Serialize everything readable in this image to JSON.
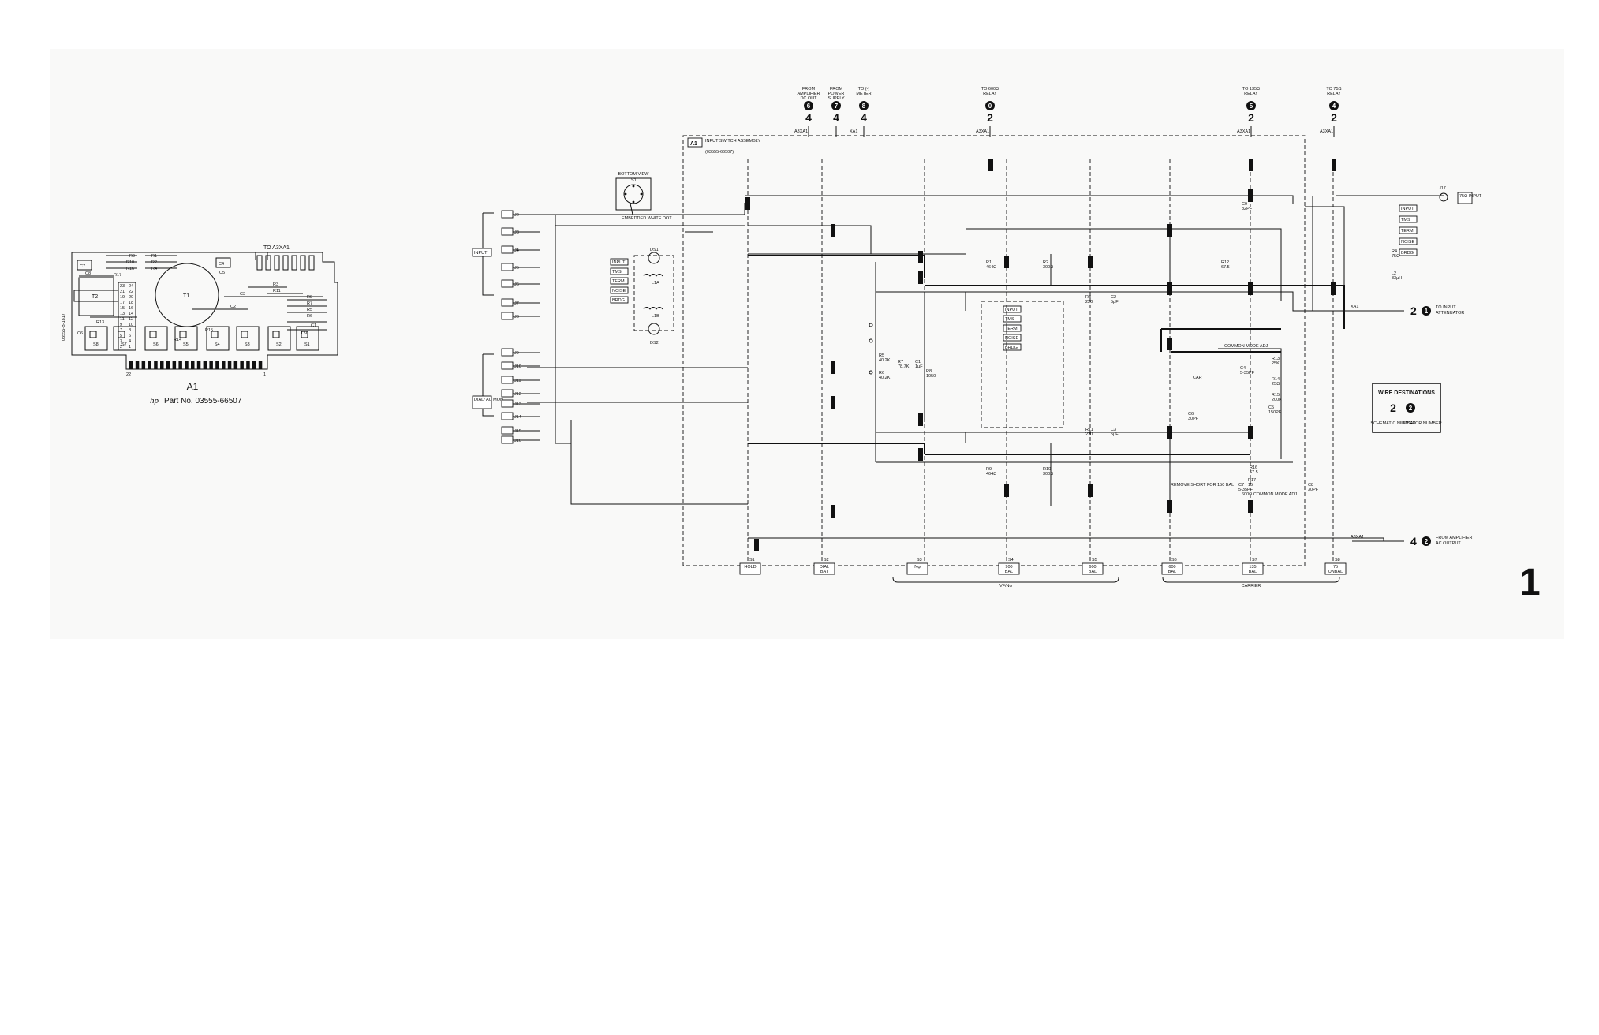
{
  "sheet_number": "1",
  "board": {
    "to_connector": "TO A3XA1",
    "serial": "03555-B-1817",
    "name": "A1",
    "part_brand": "hp",
    "part_text": "Part No. 03555-66507",
    "pin_left": "22",
    "pin_right": "1",
    "parts": [
      "R9",
      "R1",
      "R10",
      "R2",
      "R16",
      "R4",
      "R17",
      "C7",
      "C4",
      "C5",
      "C8",
      "T1",
      "T2",
      "R3",
      "R11",
      "R8",
      "C3",
      "R7",
      "C2",
      "R5",
      "R6",
      "C1",
      "R13",
      "R14",
      "R15",
      "C9",
      "C6",
      "S8",
      "S7",
      "S6",
      "S5",
      "S4",
      "S3",
      "S2",
      "S1"
    ],
    "pin_numbers": [
      "23",
      "24",
      "21",
      "22",
      "19",
      "20",
      "17",
      "18",
      "15",
      "16",
      "13",
      "14",
      "11",
      "12",
      "9",
      "10",
      "7",
      "8",
      "5",
      "6",
      "3",
      "4",
      "2",
      "1"
    ]
  },
  "bottom_view": {
    "title": "BOTTOM VIEW",
    "ref": "S1",
    "note": "EMBEDDED WHITE DOT"
  },
  "assembly": {
    "ref": "A1",
    "title": "INPUT SWITCH ASSEMBLY",
    "part": "(03555-66507)"
  },
  "top_destinations": [
    {
      "label": "FROM AMPLIFIER DC OUT",
      "locator": "6",
      "schematic": "4",
      "conn": "A3XA1"
    },
    {
      "label": "FROM POWER SUPPLY",
      "locator": "7",
      "schematic": "4",
      "conn": ""
    },
    {
      "label": "TO (-) METER",
      "locator": "8",
      "schematic": "4",
      "conn": "XA1"
    },
    {
      "label": "TO 600Ω RELAY",
      "locator": "0",
      "schematic": "2",
      "conn": "A3XA1"
    },
    {
      "label": "TO 135Ω RELAY",
      "locator": "5",
      "schematic": "2",
      "conn": "A3XA1"
    },
    {
      "label": "TO 75Ω RELAY",
      "locator": "4",
      "schematic": "2",
      "conn": "A3XA1"
    }
  ],
  "right_destinations": [
    {
      "label": "TO INPUT ATTENUATOR",
      "schematic": "2",
      "locator": "1",
      "conn": "XA1"
    },
    {
      "label": "FROM AMPLIFIER AC OUTPUT",
      "schematic": "4",
      "locator": "2",
      "conn": "A3XA1"
    }
  ],
  "input_connectors": [
    {
      "id": "J17",
      "label": "75Ω INPUT"
    }
  ],
  "left_panel_labels": [
    "INPUT",
    "DIAL/ AC MON"
  ],
  "jacks": [
    "J2",
    "J3",
    "J4",
    "J5",
    "J6",
    "J7",
    "J8",
    "J9",
    "J10",
    "J11",
    "J12",
    "J13",
    "J14",
    "J15",
    "J16"
  ],
  "switch_labels": [
    "INPUT",
    "TMS",
    "TERM",
    "NOISE",
    "BRDG"
  ],
  "lamps": [
    "DS1",
    "DS2",
    "L1A",
    "L1B"
  ],
  "component_values": [
    {
      "ref": "R1",
      "value": "464Ω"
    },
    {
      "ref": "R2",
      "value": "300Ω"
    },
    {
      "ref": "R3",
      "value": "220"
    },
    {
      "ref": "R4",
      "value": "75Ω"
    },
    {
      "ref": "R5",
      "value": "40.2K"
    },
    {
      "ref": "R6",
      "value": "40.2K"
    },
    {
      "ref": "R7",
      "value": "78.7K"
    },
    {
      "ref": "R8",
      "value": "1050"
    },
    {
      "ref": "R9",
      "value": "464Ω"
    },
    {
      "ref": "R10",
      "value": "300Ω"
    },
    {
      "ref": "R11",
      "value": "220"
    },
    {
      "ref": "R12",
      "value": "67.5"
    },
    {
      "ref": "R13",
      "value": "25K"
    },
    {
      "ref": "R14",
      "value": "25Ω"
    },
    {
      "ref": "R15",
      "value": "200K"
    },
    {
      "ref": "R16",
      "value": "67.5"
    },
    {
      "ref": "R17",
      "value": "15"
    },
    {
      "ref": "C1",
      "value": "1µF"
    },
    {
      "ref": "C2",
      "value": "5µF"
    },
    {
      "ref": "C3",
      "value": "5µF"
    },
    {
      "ref": "C4",
      "value": "5-35PF"
    },
    {
      "ref": "C5",
      "value": "150PF"
    },
    {
      "ref": "C6",
      "value": "30PF"
    },
    {
      "ref": "C7",
      "value": "5-35PF"
    },
    {
      "ref": "C8",
      "value": "30PF"
    },
    {
      "ref": "C9",
      "value": "82PF"
    },
    {
      "ref": "L2",
      "value": "33µH"
    }
  ],
  "notes": [
    "COMMON MODE ADJ",
    "REMOVE SHORT FOR 150 BAL",
    "600Ω COMMON MODE ADJ",
    "CAR"
  ],
  "bottom_switches": [
    {
      "ref": "S1",
      "label": "HOLD"
    },
    {
      "ref": "S2",
      "label": "DIAL BAT"
    },
    {
      "ref": "S3",
      "label": "Nφ"
    },
    {
      "ref": "S4",
      "label": "900 BAL"
    },
    {
      "ref": "S5",
      "label": "600 BAL"
    },
    {
      "ref": "S6",
      "label": "600 BAL"
    },
    {
      "ref": "S7",
      "label": "135 BAL"
    },
    {
      "ref": "S8",
      "label": "75 UNBAL"
    }
  ],
  "groups": [
    {
      "label": "VF/Nφ"
    },
    {
      "label": "CARRIER"
    }
  ],
  "legend": {
    "title": "WIRE DESTINATIONS",
    "schematic_example": "2",
    "locator_example": "2",
    "schematic_label": "SCHEMATIC NUMBER",
    "locator_label": "LOCATOR NUMBER"
  }
}
